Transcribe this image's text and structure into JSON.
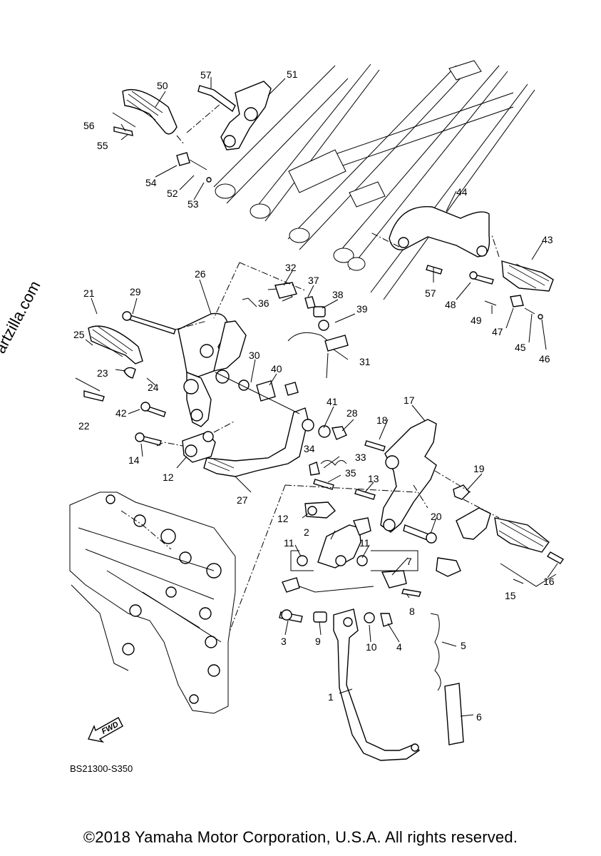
{
  "watermark": "© Partzilla.com",
  "reference_code": "BS21300-S350",
  "copyright": "©2018 Yamaha Motor Corporation, U.S.A. All rights reserved.",
  "fwd_label": "FWD",
  "callouts": [
    {
      "id": "c1",
      "text": "1"
    },
    {
      "id": "c2",
      "text": "2"
    },
    {
      "id": "c3",
      "text": "3"
    },
    {
      "id": "c4",
      "text": "4"
    },
    {
      "id": "c5",
      "text": "5"
    },
    {
      "id": "c6",
      "text": "6"
    },
    {
      "id": "c7",
      "text": "7"
    },
    {
      "id": "c8",
      "text": "8"
    },
    {
      "id": "c9",
      "text": "9"
    },
    {
      "id": "c10",
      "text": "10"
    },
    {
      "id": "c11a",
      "text": "11"
    },
    {
      "id": "c11b",
      "text": "11"
    },
    {
      "id": "c12a",
      "text": "12"
    },
    {
      "id": "c12b",
      "text": "12"
    },
    {
      "id": "c13",
      "text": "13"
    },
    {
      "id": "c14",
      "text": "14"
    },
    {
      "id": "c15",
      "text": "15"
    },
    {
      "id": "c16",
      "text": "16"
    },
    {
      "id": "c17",
      "text": "17"
    },
    {
      "id": "c18",
      "text": "18"
    },
    {
      "id": "c19",
      "text": "19"
    },
    {
      "id": "c20",
      "text": "20"
    },
    {
      "id": "c21",
      "text": "21"
    },
    {
      "id": "c22",
      "text": "22"
    },
    {
      "id": "c23",
      "text": "23"
    },
    {
      "id": "c24",
      "text": "24"
    },
    {
      "id": "c25",
      "text": "25"
    },
    {
      "id": "c26",
      "text": "26"
    },
    {
      "id": "c27",
      "text": "27"
    },
    {
      "id": "c28",
      "text": "28"
    },
    {
      "id": "c29",
      "text": "29"
    },
    {
      "id": "c30",
      "text": "30"
    },
    {
      "id": "c31",
      "text": "31"
    },
    {
      "id": "c32",
      "text": "32"
    },
    {
      "id": "c33",
      "text": "33"
    },
    {
      "id": "c34",
      "text": "34"
    },
    {
      "id": "c35",
      "text": "35"
    },
    {
      "id": "c36",
      "text": "36"
    },
    {
      "id": "c37",
      "text": "37"
    },
    {
      "id": "c38",
      "text": "38"
    },
    {
      "id": "c39",
      "text": "39"
    },
    {
      "id": "c40",
      "text": "40"
    },
    {
      "id": "c41",
      "text": "41"
    },
    {
      "id": "c42",
      "text": "42"
    },
    {
      "id": "c43",
      "text": "43"
    },
    {
      "id": "c44",
      "text": "44"
    },
    {
      "id": "c45",
      "text": "45"
    },
    {
      "id": "c46",
      "text": "46"
    },
    {
      "id": "c47",
      "text": "47"
    },
    {
      "id": "c48",
      "text": "48"
    },
    {
      "id": "c49",
      "text": "49"
    },
    {
      "id": "c50",
      "text": "50"
    },
    {
      "id": "c51",
      "text": "51"
    },
    {
      "id": "c52",
      "text": "52"
    },
    {
      "id": "c53",
      "text": "53"
    },
    {
      "id": "c54",
      "text": "54"
    },
    {
      "id": "c55",
      "text": "55"
    },
    {
      "id": "c56",
      "text": "56"
    },
    {
      "id": "c57a",
      "text": "57"
    },
    {
      "id": "c57b",
      "text": "57"
    }
  ]
}
